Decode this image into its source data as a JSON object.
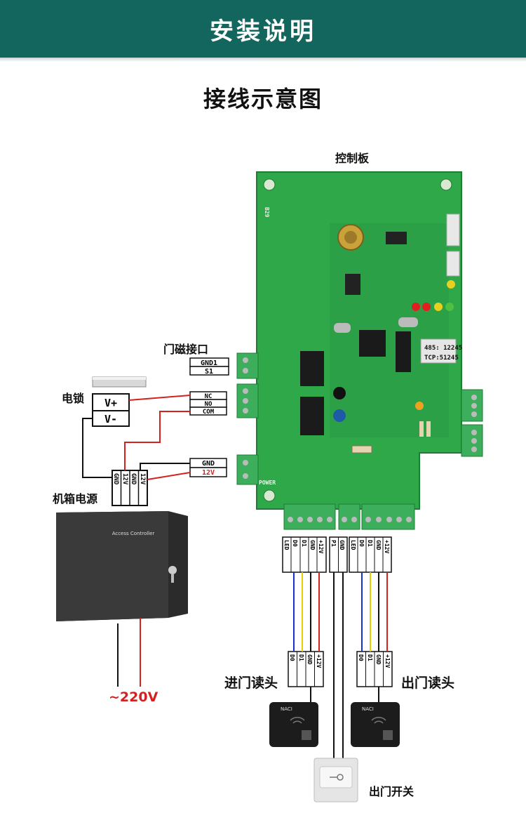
{
  "header": {
    "title": "安装说明"
  },
  "diagram": {
    "title": "接线示意图",
    "labels": {
      "control_board": "控制板",
      "door_sensor": "门磁接口",
      "lock": "电锁",
      "chassis_power": "机箱电源",
      "entry_reader": "进门读头",
      "exit_reader": "出门读头",
      "exit_switch": "出门开关",
      "mains": "~220V"
    },
    "door_sensor_terminals": [
      "GND1",
      "S1"
    ],
    "lock_terminals": [
      "V+",
      "V-"
    ],
    "relay_terminals": [
      "NC",
      "NO",
      "COM"
    ],
    "power_out_terminals": [
      "GND",
      "12V"
    ],
    "psu_terminals": [
      "GND",
      "12V",
      "GND",
      "12V"
    ],
    "reader_wires": [
      "LED",
      "D0",
      "D1",
      "GND",
      "+12V"
    ],
    "reader_wires_short": [
      "D0",
      "D1",
      "GND",
      "+12V"
    ],
    "switch_wires": [
      "P1",
      "GND"
    ],
    "board_tags": [
      "485: 12245",
      "TCP:51245"
    ],
    "board_silk": [
      "POWER",
      "B29"
    ],
    "psu_box_label": "Access Controller",
    "reader_brand": "NACI"
  }
}
